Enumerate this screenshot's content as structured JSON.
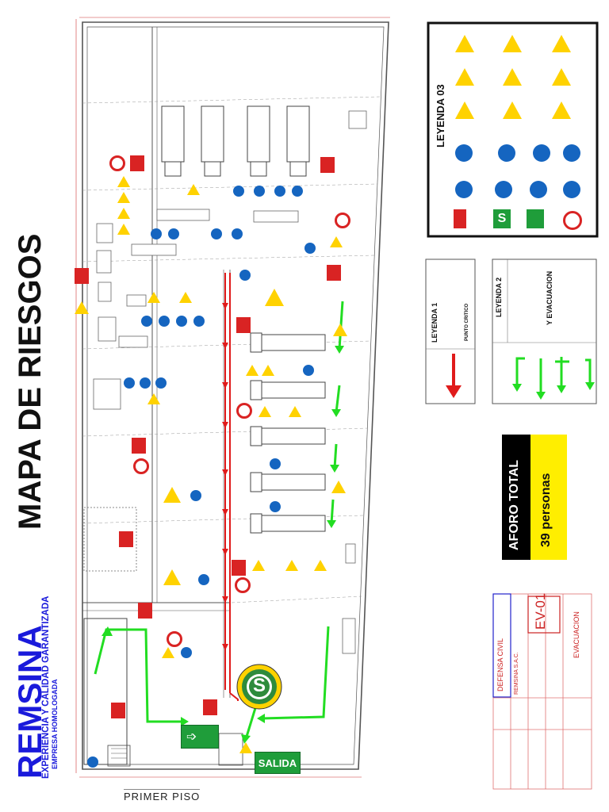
{
  "title": "MAPA DE RIESGOS",
  "logo": {
    "name": "REMSINA",
    "tagline": "EXPERIENCIA Y CALIDAD GARANTIZADA",
    "subtagline": "EMPRESA HOMOLOGADA"
  },
  "floor_caption": "PRIMER PISO",
  "exit_label": "SALIDA",
  "safe_zone_letter": "S",
  "legends": {
    "legend3_title": "LEYENDA 03",
    "legend1_title": "LEYENDA 1",
    "legend1_item": "PUNTO CRITICO",
    "legend2_title": "LEYENDA 2",
    "legend2_item": "Y EVACUACION"
  },
  "capacity": {
    "label": "AFORO TOTAL",
    "value": "39 personas"
  },
  "title_block": {
    "org": "DEFENSA CIVIL",
    "company": "REMSINA S.A.C.",
    "sheet_code": "EV-01",
    "sheet_title": "EVACUACION"
  },
  "colors": {
    "evac_green": "#22dd22",
    "critical_red": "#e01b1b",
    "warning_yellow": "#ffd200",
    "mandatory_blue": "#1565c0",
    "fire_red": "#d92323",
    "exit_green": "#1f9d3a",
    "logo_blue": "#1a1adb",
    "capacity_yellow": "#ffee00"
  }
}
